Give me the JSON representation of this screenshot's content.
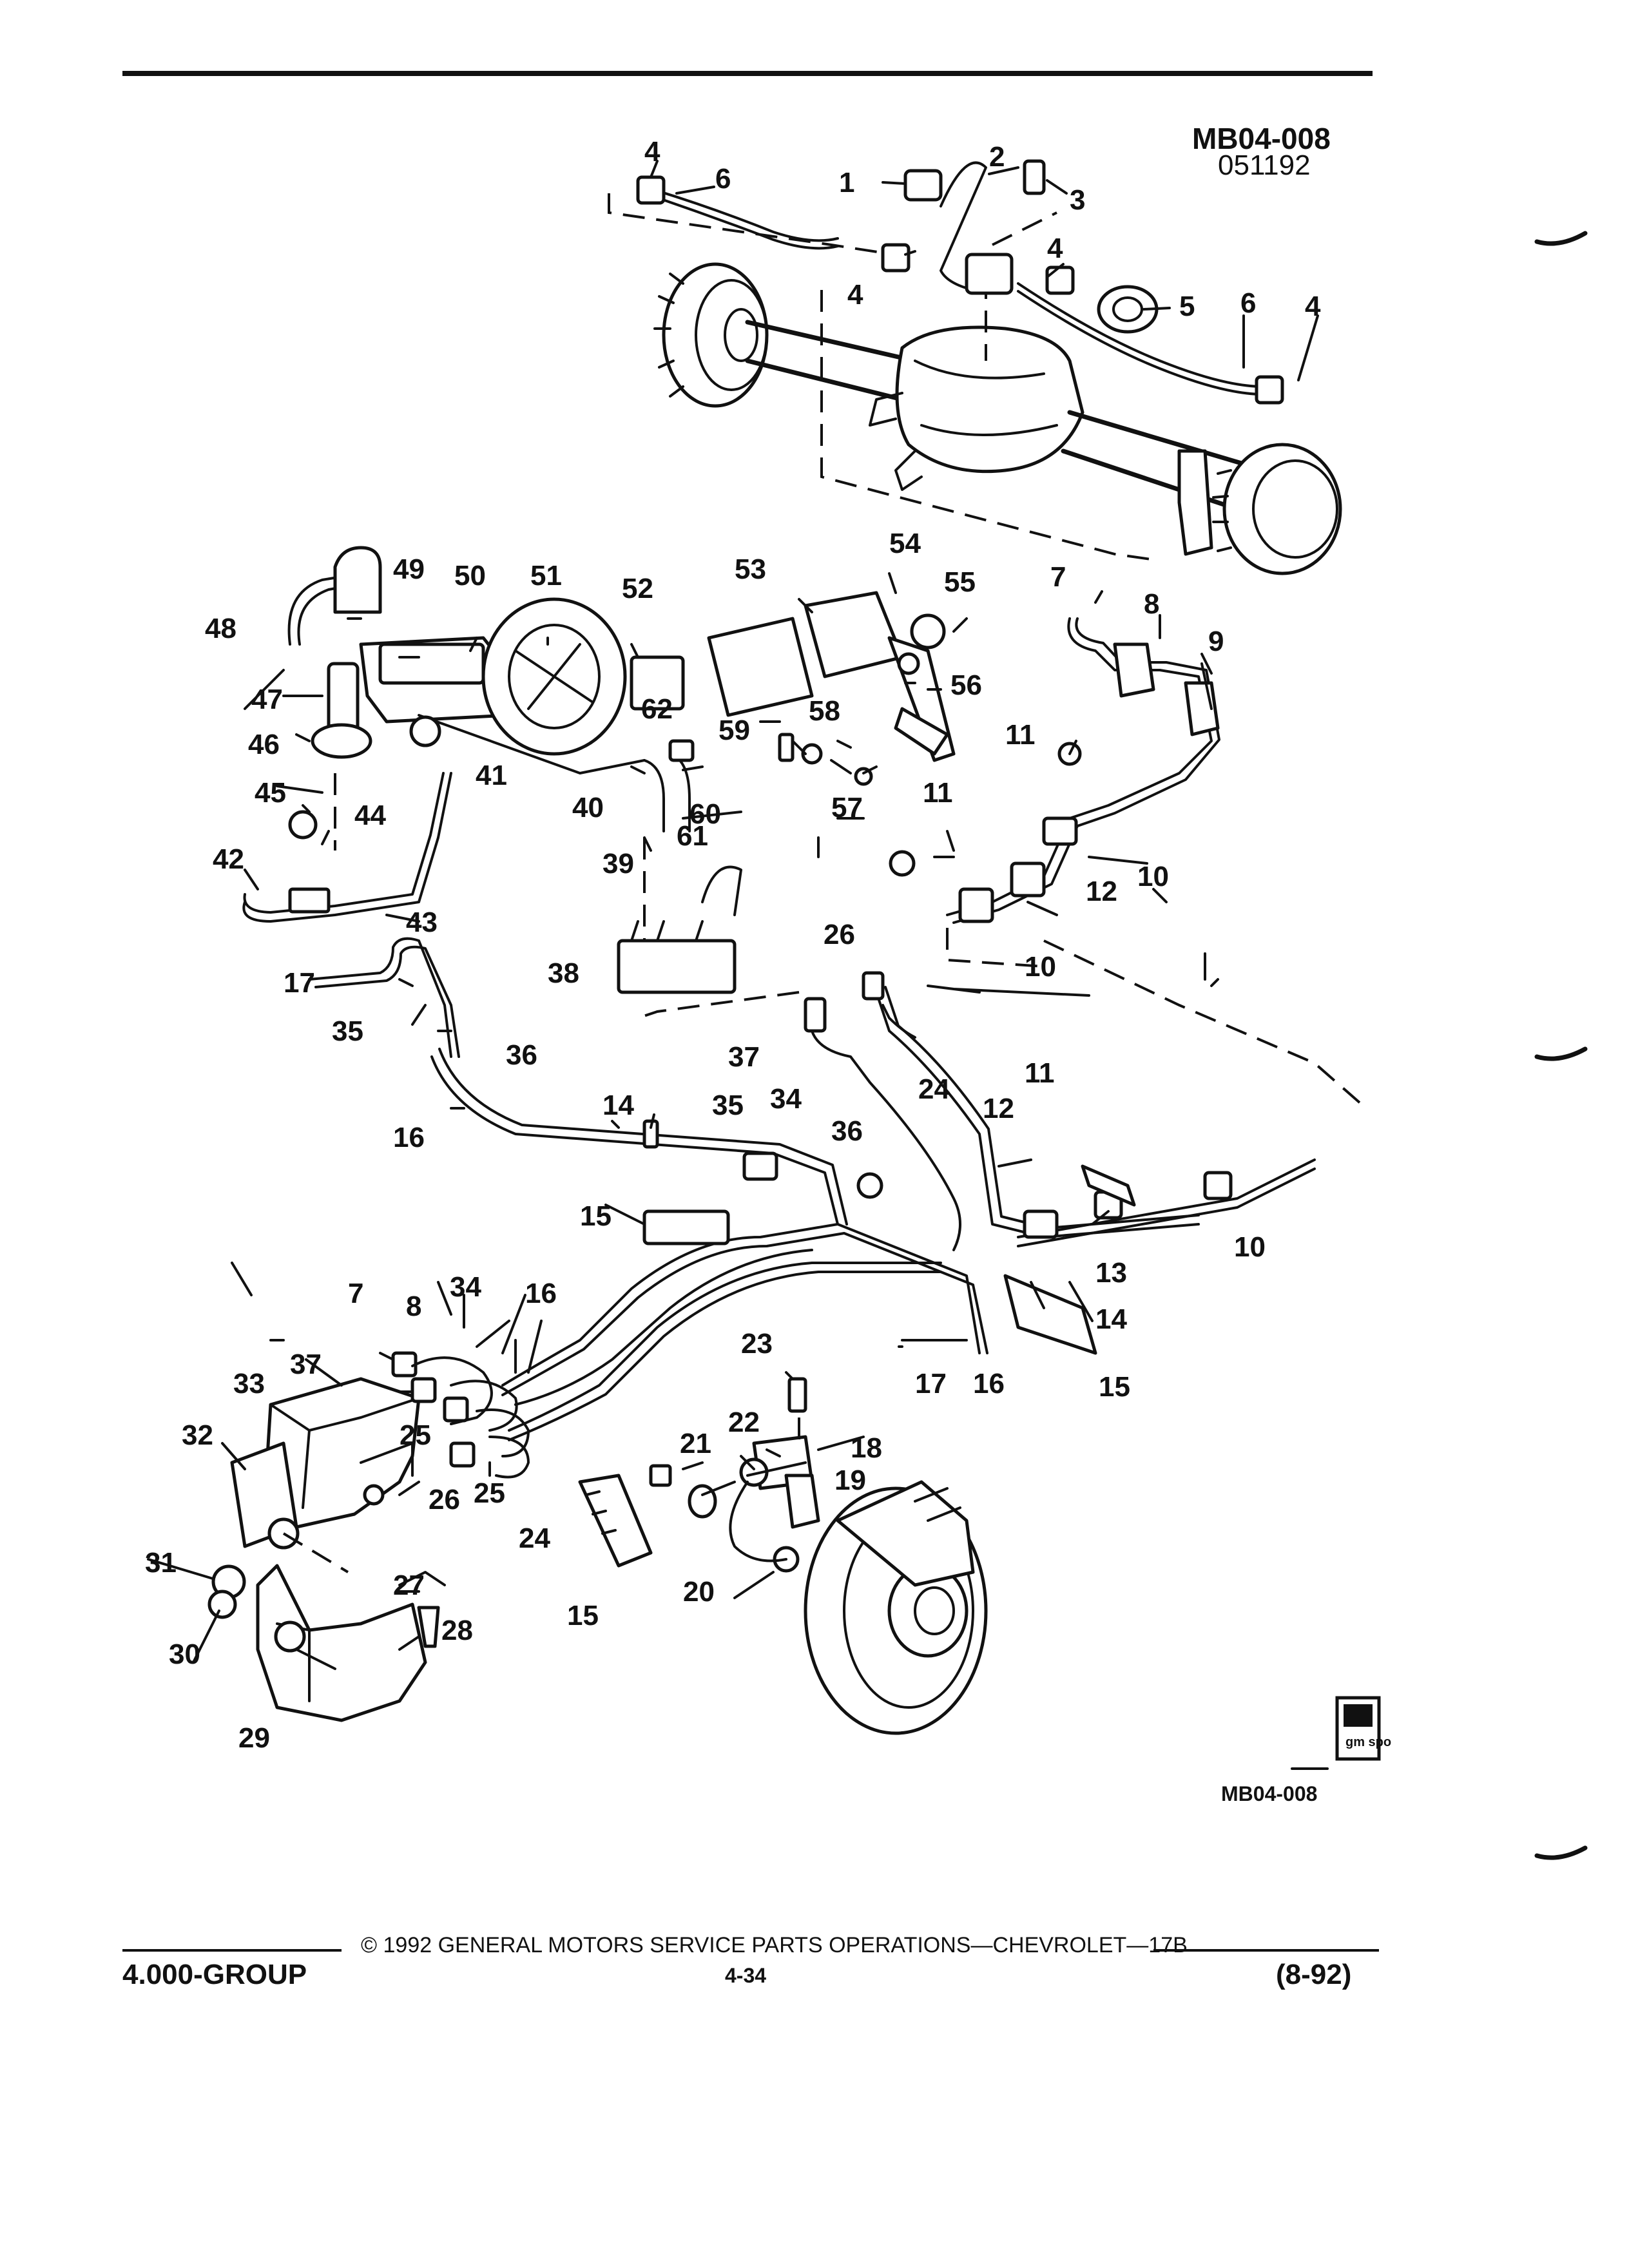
{
  "header": {
    "diagram_code": "MB04-008",
    "diagram_date": "051192"
  },
  "figure": {
    "code": "MB04-008",
    "badge": "gm spo"
  },
  "callouts": [
    "1",
    "2",
    "3",
    "4",
    "5",
    "6",
    "7",
    "8",
    "9",
    "10",
    "11",
    "12",
    "13",
    "14",
    "15",
    "16",
    "17",
    "18",
    "19",
    "20",
    "21",
    "22",
    "23",
    "24",
    "25",
    "26",
    "27",
    "28",
    "29",
    "30",
    "31",
    "32",
    "33",
    "34",
    "35",
    "36",
    "37",
    "38",
    "39",
    "40",
    "41",
    "42",
    "43",
    "44",
    "45",
    "46",
    "47",
    "48",
    "49",
    "50",
    "51",
    "52",
    "53",
    "54",
    "55",
    "56",
    "57",
    "58",
    "59",
    "60",
    "61",
    "62"
  ],
  "footer": {
    "copyright": "© 1992 GENERAL MOTORS SERVICE PARTS OPERATIONS—CHEVROLET—17B",
    "group": "4.000-GROUP",
    "page": "4-34",
    "date": "(8-92)"
  }
}
